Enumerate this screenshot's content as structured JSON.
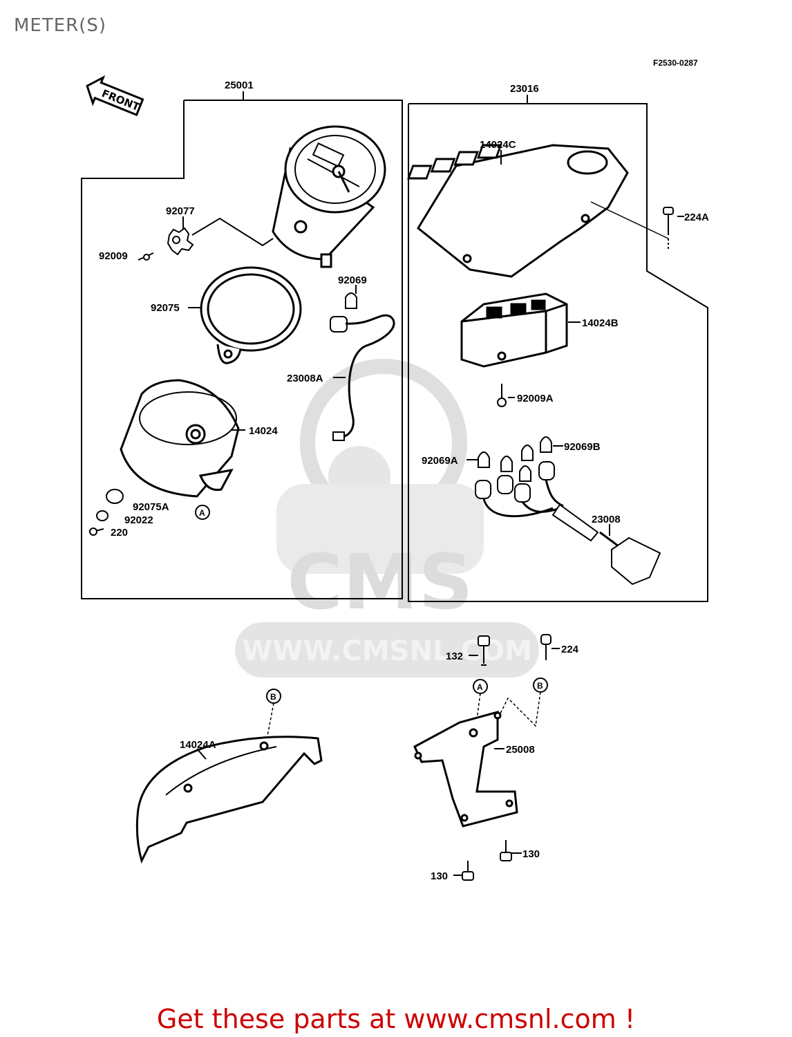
{
  "header": {
    "title": "METER(S)"
  },
  "figure_code": "F2530-0287",
  "front_arrow_label": "FRONT",
  "watermark": {
    "logo": "CMS",
    "url": "WWW.CMSNL.COM"
  },
  "parts": {
    "p25001": "25001",
    "p23016": "23016",
    "p92077": "92077",
    "p92009": "92009",
    "p92069": "92069",
    "p92075": "92075",
    "p23008A": "23008A",
    "p14024": "14024",
    "p92075A": "92075A",
    "p92022": "92022",
    "p220": "220",
    "p14024C": "14024C",
    "p224A": "224A",
    "p14024B": "14024B",
    "p92009A": "92009A",
    "p92069A": "92069A",
    "p92069B": "92069B",
    "p23008": "23008",
    "p132": "132",
    "p224": "224",
    "p14024A": "14024A",
    "p25008": "25008",
    "p130a": "130",
    "p130b": "130"
  },
  "refs": {
    "a1": "A",
    "a2": "A",
    "b1": "B",
    "b2": "B"
  },
  "footer": {
    "link_text": "Get these parts at www.cmsnl.com !"
  },
  "colors": {
    "footer": "#cc0000",
    "title": "#666666",
    "watermark": "#d9d9d9"
  }
}
